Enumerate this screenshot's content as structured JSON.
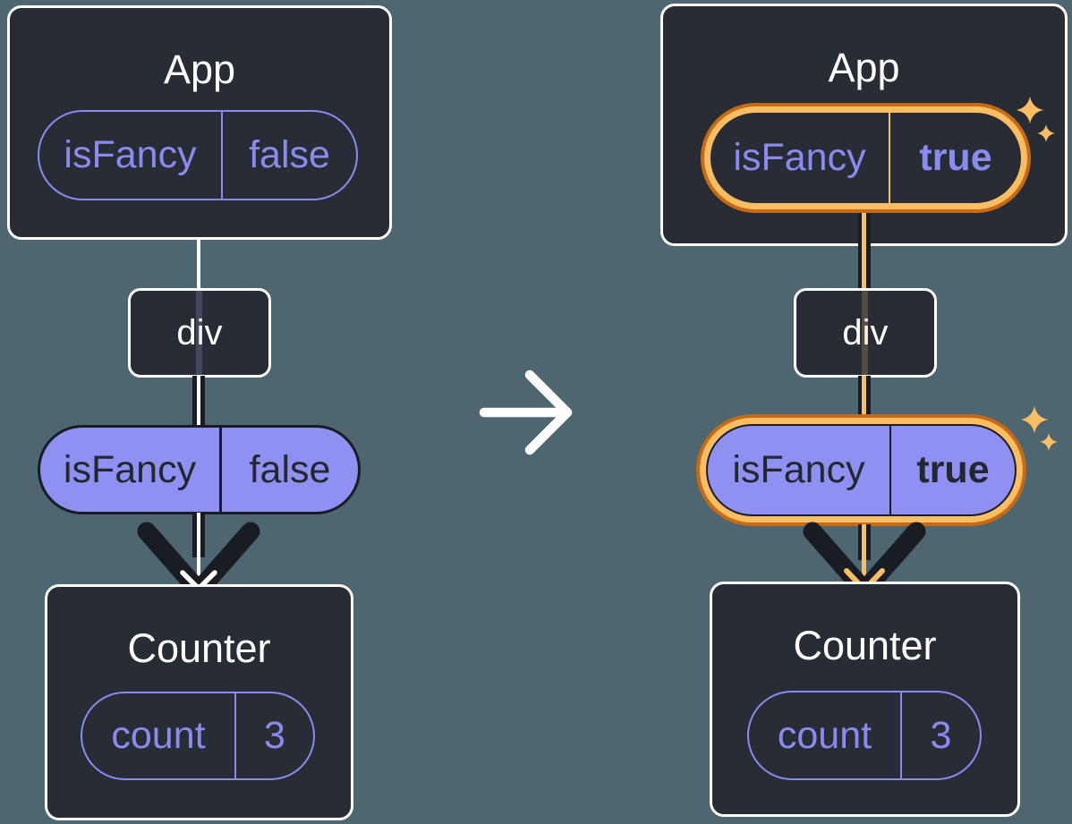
{
  "colors": {
    "background": "#4D6670",
    "card": "#272C35",
    "card-border": "#FFFFFF",
    "purple": "#8A8BF0",
    "purple-fill": "#8F90F2",
    "dark-line": "#191C23",
    "white-line": "#FFFFFF",
    "highlight-outer": "#C76A15",
    "highlight-inner": "#FABD62",
    "sparkle": "#FBBE62",
    "text-dark": "#23272F",
    "text-light": "#FFFFFF"
  },
  "icons": {
    "transition": "arrow-right-icon",
    "sparkle": "sparkle-icon",
    "flow_arrow": "arrow-down-icon"
  },
  "before": {
    "app": {
      "title": "App",
      "state": {
        "name": "isFancy",
        "value": "false"
      }
    },
    "child": {
      "label": "div"
    },
    "prop": {
      "name": "isFancy",
      "value": "false"
    },
    "counter": {
      "title": "Counter",
      "state": {
        "name": "count",
        "value": "3"
      }
    }
  },
  "after": {
    "app": {
      "title": "App",
      "state": {
        "name": "isFancy",
        "value": "true"
      }
    },
    "child": {
      "label": "div"
    },
    "prop": {
      "name": "isFancy",
      "value": "true"
    },
    "counter": {
      "title": "Counter",
      "state": {
        "name": "count",
        "value": "3"
      }
    }
  }
}
